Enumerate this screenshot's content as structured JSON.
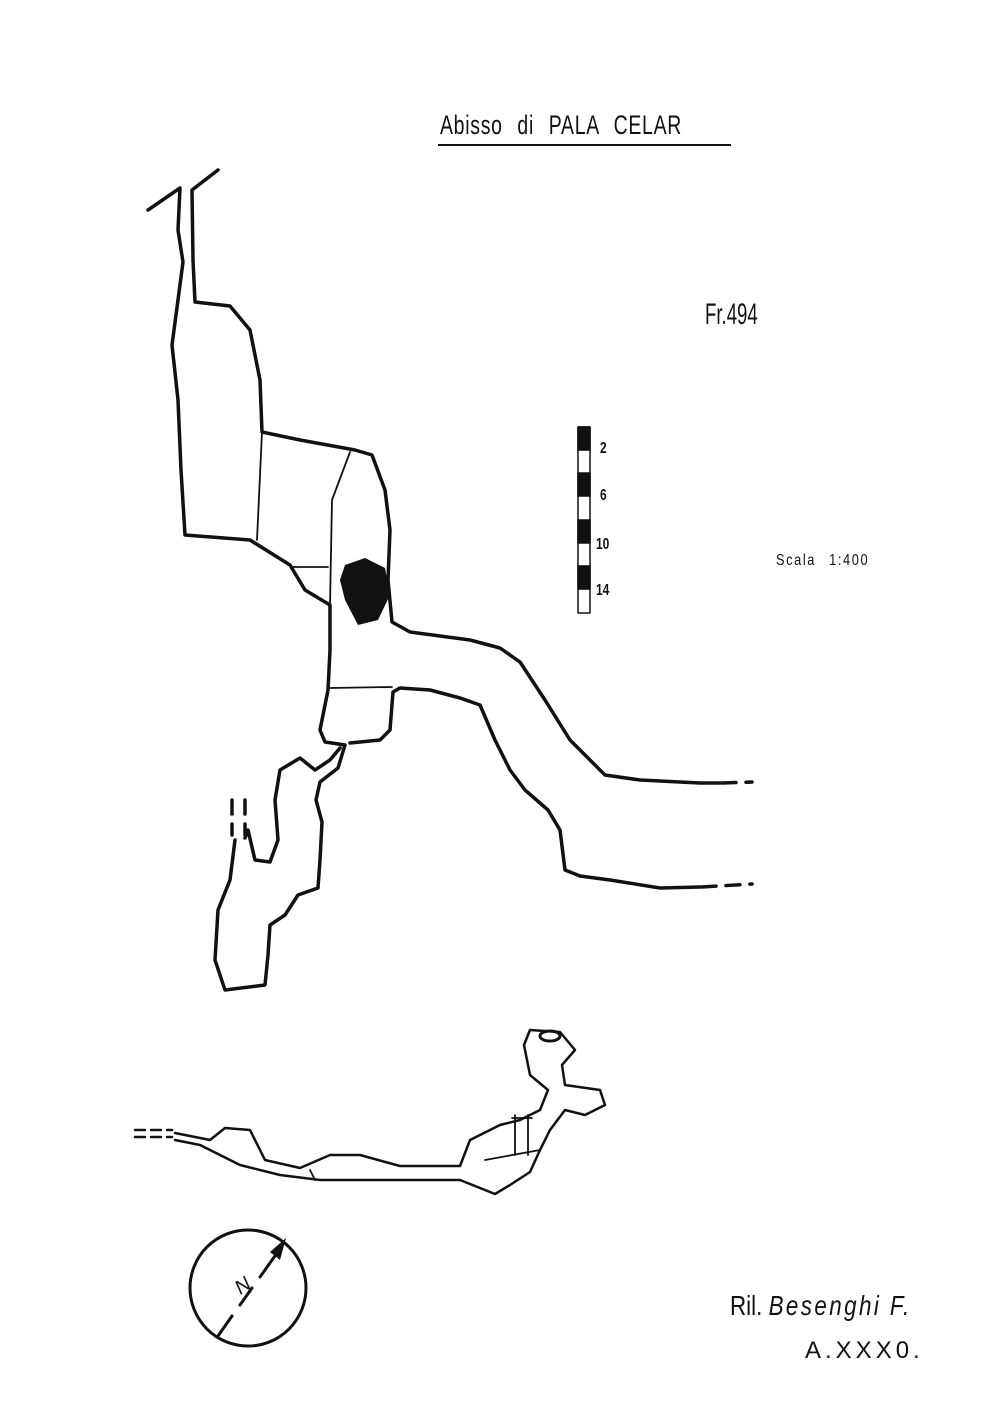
{
  "title": "Abisso di PALA CELAR",
  "cave_number": "Fr.494",
  "scale_label": "Scala 1:400",
  "scale_bar_ticks": [
    "2",
    "6",
    "10",
    "14"
  ],
  "surveyor_prefix": "Ril.",
  "surveyor_name": "Besenghi F.",
  "year": "A.XXX0.",
  "compass_label": "N"
}
